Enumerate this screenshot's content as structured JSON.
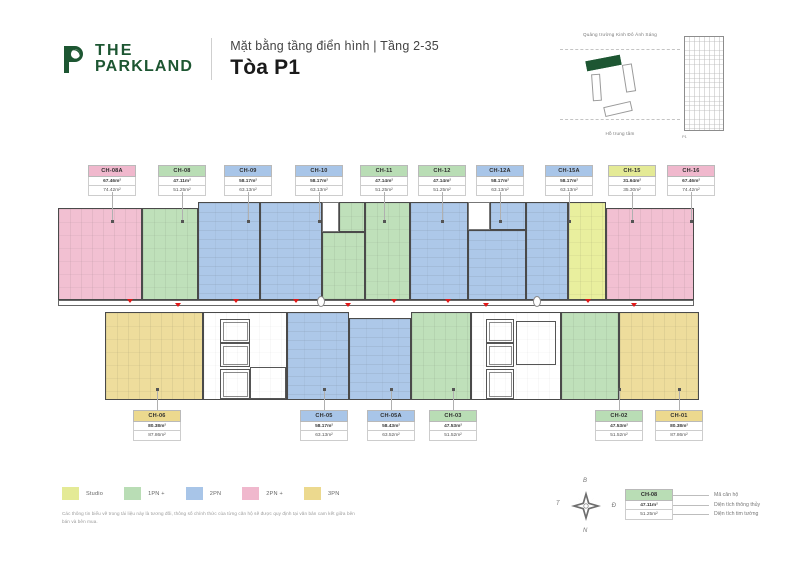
{
  "header": {
    "brand_line1": "THE",
    "brand_line2": "PARKLAND",
    "subtitle": "Mặt bằng tầng điển hình | Tầng 2-35",
    "title": "Tòa P1",
    "brand_color": "#1d5632"
  },
  "siteplan": {
    "top_label": "Quảng trường Kinh Đô Ánh Sáng",
    "bottom_label": "Hồ trung tâm",
    "highlight_color": "#1d5632",
    "tower_caption": "P1"
  },
  "legend": {
    "items": [
      {
        "label": "Studio",
        "color": "#e4ea96"
      },
      {
        "label": "1PN +",
        "color": "#b9ddb5"
      },
      {
        "label": "2PN",
        "color": "#a8c5e8"
      },
      {
        "label": "2PN +",
        "color": "#f0b8cd"
      },
      {
        "label": "3PN",
        "color": "#ecd98e"
      }
    ],
    "disclaimer": "Các thông tin biểu vẽ trong tài liệu này là tương đối, thông số chính thức của từng căn hộ sẽ được quy định tại văn bản cam kết giữa bên bán và bên mua."
  },
  "compass": {
    "north": "B",
    "south": "N",
    "east": "Đ",
    "west": "T"
  },
  "key": {
    "sample_code": "CH-08",
    "sample_area_net": "47.11m²",
    "sample_area_gross": "51.25m²",
    "row1": "Mã căn hộ",
    "row2": "Diện tích thông thủy",
    "row3": "Diện tích tim tường"
  },
  "units_top": [
    {
      "code": "CH-08A",
      "net": "67.46m²",
      "gross": "74.42m²",
      "type": "2pnp",
      "color": "#f0b8cd"
    },
    {
      "code": "CH-08",
      "net": "47.11m²",
      "gross": "51.25m²",
      "type": "1pn",
      "color": "#b9ddb5"
    },
    {
      "code": "CH-09",
      "net": "58.17m²",
      "gross": "63.13m²",
      "type": "2pn",
      "color": "#a8c5e8"
    },
    {
      "code": "CH-10",
      "net": "58.17m²",
      "gross": "63.13m²",
      "type": "2pn",
      "color": "#a8c5e8"
    },
    {
      "code": "CH-11",
      "net": "47.14m²",
      "gross": "51.25m²",
      "type": "1pn",
      "color": "#b9ddb5"
    },
    {
      "code": "CH-12",
      "net": "47.14m²",
      "gross": "51.25m²",
      "type": "1pn",
      "color": "#b9ddb5"
    },
    {
      "code": "CH-12A",
      "net": "58.17m²",
      "gross": "63.13m²",
      "type": "2pn",
      "color": "#a8c5e8"
    },
    {
      "code": "CH-15A",
      "net": "58.17m²",
      "gross": "63.13m²",
      "type": "2pn",
      "color": "#a8c5e8"
    },
    {
      "code": "CH-15",
      "net": "31.64m²",
      "gross": "35.30m²",
      "type": "studio",
      "color": "#e4ea96"
    },
    {
      "code": "CH-16",
      "net": "67.46m²",
      "gross": "74.42m²",
      "type": "2pnp",
      "color": "#f0b8cd"
    }
  ],
  "units_bottom": [
    {
      "code": "CH-06",
      "net": "80.38m²",
      "gross": "87.86m²",
      "type": "3pn",
      "color": "#ecd98e"
    },
    {
      "code": "CH-05",
      "net": "58.17m²",
      "gross": "63.13m²",
      "type": "2pn",
      "color": "#a8c5e8"
    },
    {
      "code": "CH-05A",
      "net": "58.43m²",
      "gross": "63.52m²",
      "type": "2pn",
      "color": "#a8c5e8"
    },
    {
      "code": "CH-03",
      "net": "47.53m²",
      "gross": "51.52m²",
      "type": "1pn",
      "color": "#b9ddb5"
    },
    {
      "code": "CH-02",
      "net": "47.53m²",
      "gross": "51.52m²",
      "type": "1pn",
      "color": "#b9ddb5"
    },
    {
      "code": "CH-01",
      "net": "80.38m²",
      "gross": "87.86m²",
      "type": "3pn",
      "color": "#ecd98e"
    }
  ]
}
